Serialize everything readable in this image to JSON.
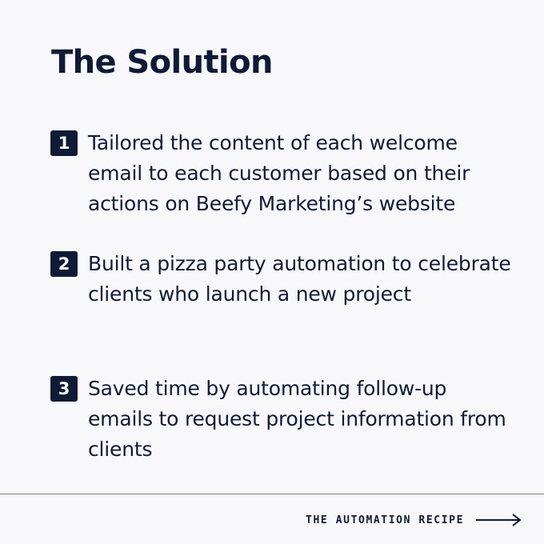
{
  "title": "The Solution",
  "items": [
    {
      "number": "1",
      "text": "Tailored the content of each welcome email to each customer based on their actions on Beefy Marketing’s website"
    },
    {
      "number": "2",
      "text": "Built a pizza party automation to celebrate clients who launch a new project"
    },
    {
      "number": "3",
      "text": "Saved time by automating follow-up emails to request project information from clients"
    }
  ],
  "footer": {
    "label": "THE AUTOMATION RECIPE",
    "icon": "arrow-right-icon"
  },
  "colors": {
    "background": "#f8f7f9",
    "navy": "#0f1b36",
    "divider": "#7c8090"
  }
}
